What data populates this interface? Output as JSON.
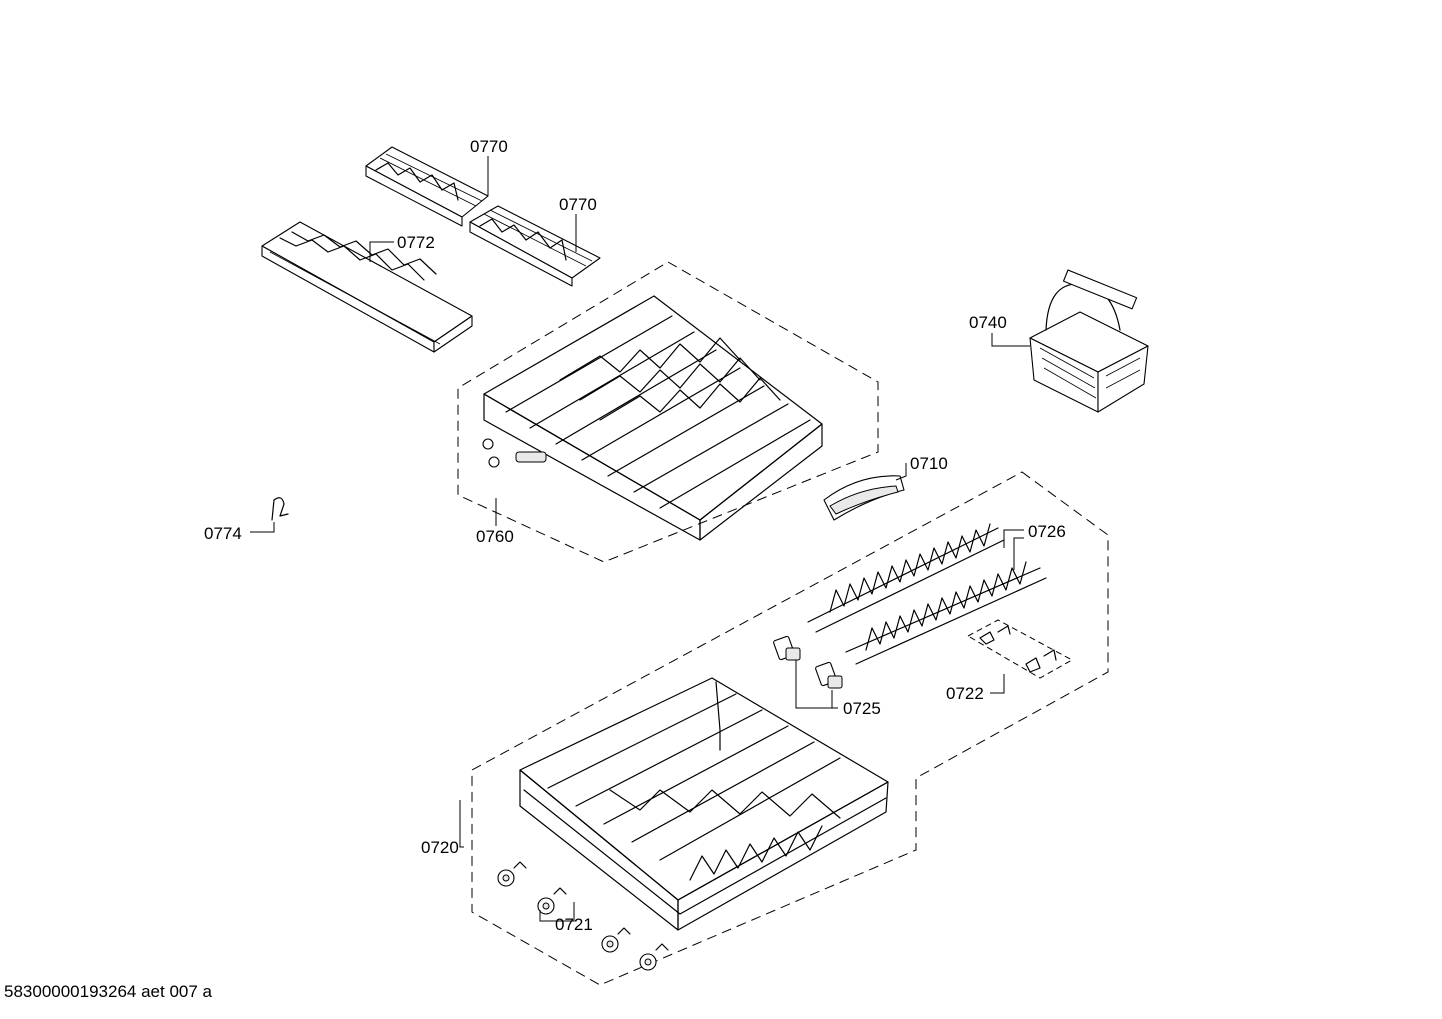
{
  "diagram": {
    "labels": {
      "p0770a": "0770",
      "p0770b": "0770",
      "p0772": "0772",
      "p0740": "0740",
      "p0710": "0710",
      "p0774": "0774",
      "p0760": "0760",
      "p0726": "0726",
      "p0725": "0725",
      "p0722": "0722",
      "p0720": "0720",
      "p0721": "0721"
    },
    "footer": "58300000193264 aet 007 a"
  }
}
